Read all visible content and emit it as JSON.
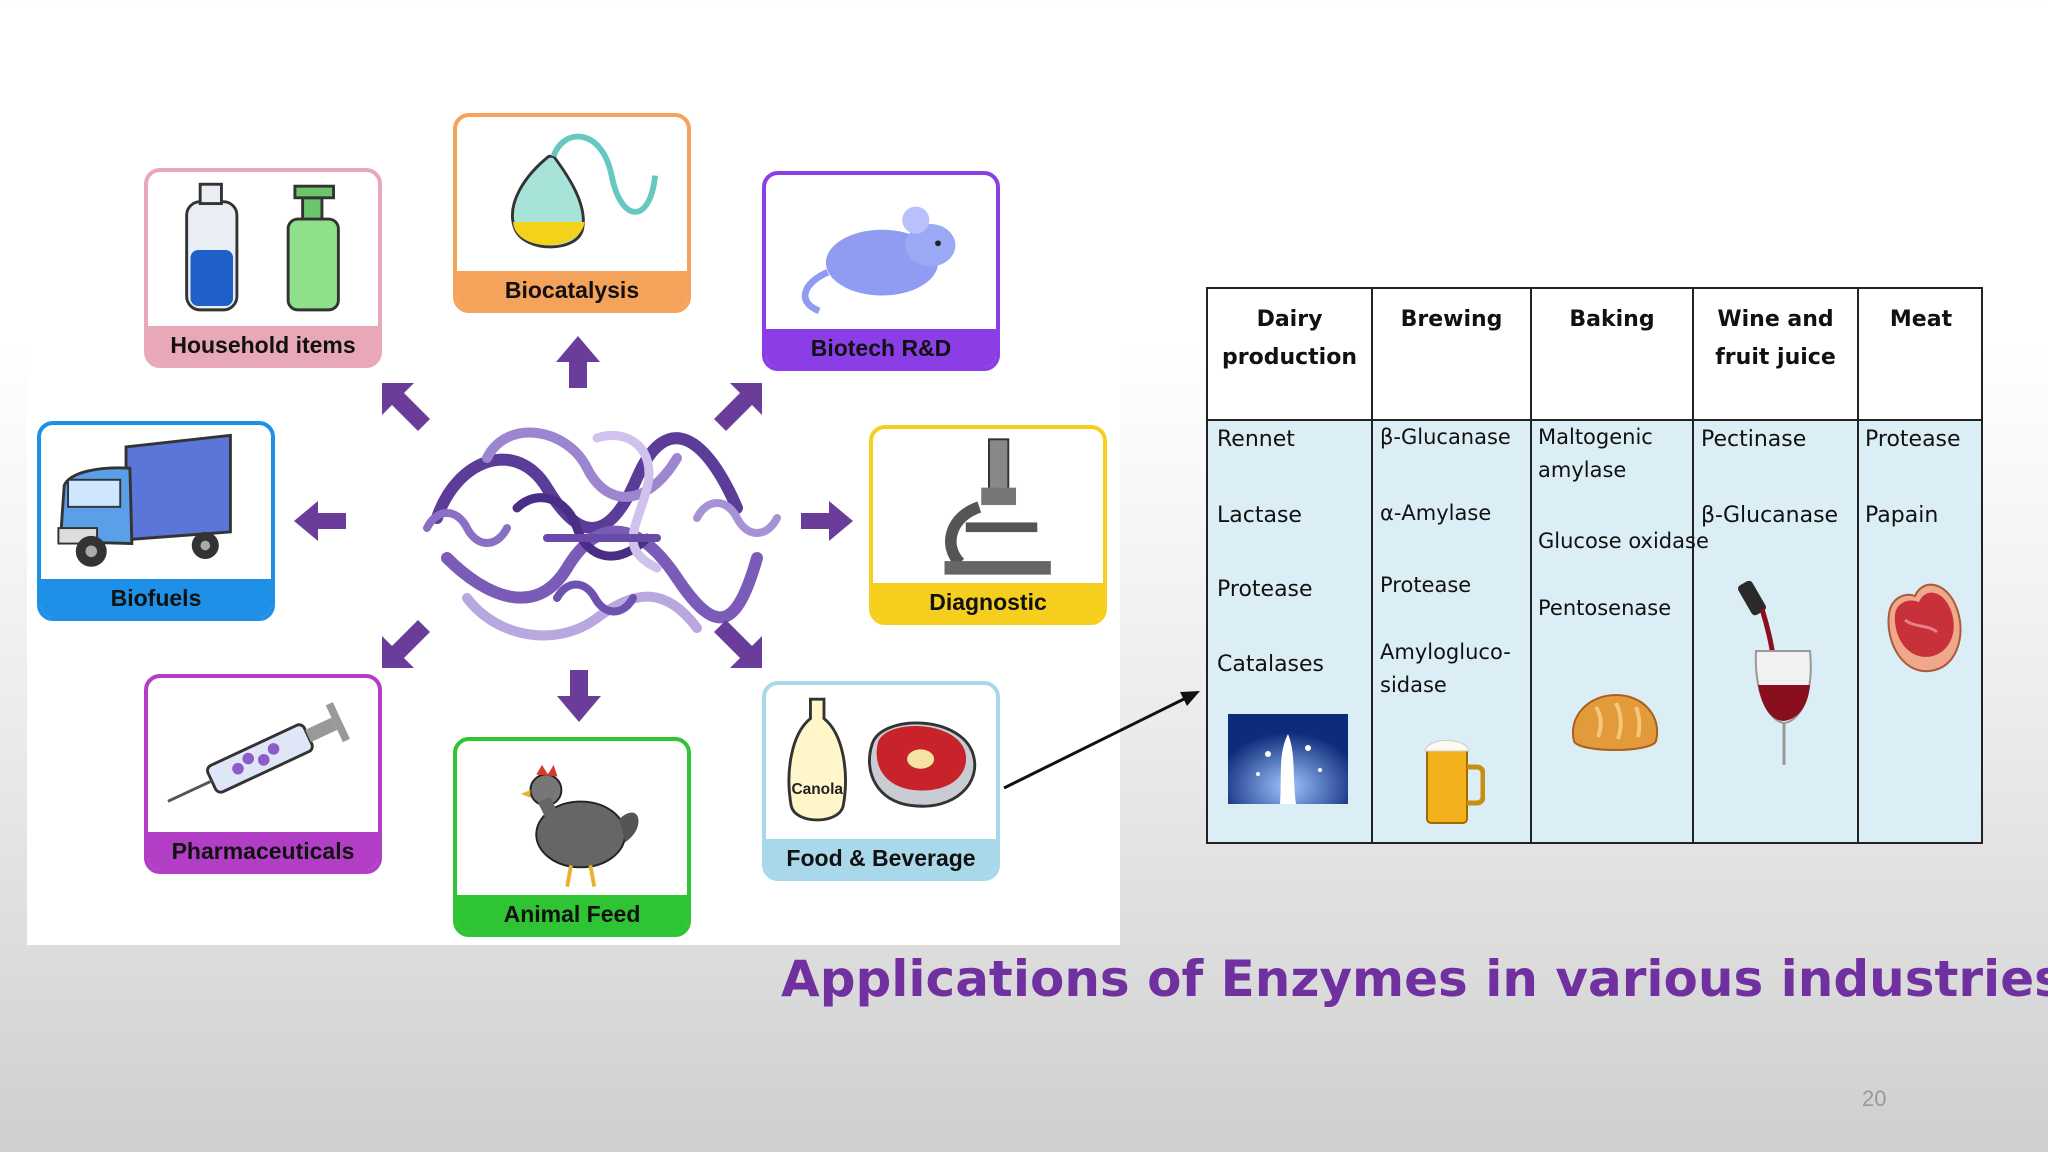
{
  "diagram": {
    "cards": {
      "household": {
        "label": "Household items",
        "color": "#e8a8b8"
      },
      "biocatalysis": {
        "label": "Biocatalysis",
        "color": "#f5a25a"
      },
      "biotech": {
        "label": "Biotech R&D",
        "color": "#8b3ee6"
      },
      "biofuels": {
        "label": "Biofuels",
        "color": "#1e90e8"
      },
      "diagnostic": {
        "label": "Diagnostic",
        "color": "#f6cf1e"
      },
      "pharmaceuticals": {
        "label": "Pharmaceuticals",
        "color": "#b23ec6"
      },
      "animal_feed": {
        "label": "Animal Feed",
        "color": "#2ec433"
      },
      "food_beverage": {
        "label": "Food & Beverage",
        "color": "#a8d8ea",
        "bottle_label": "Canola"
      }
    },
    "arrow_color": "#6a3d9a",
    "enzyme_color": "#7a5bb8"
  },
  "table": {
    "columns": [
      {
        "header": [
          "Dairy",
          "production"
        ],
        "items": [
          "Rennet",
          "Lactase",
          "Protease",
          "Catalases"
        ],
        "image_icon": "milk-splash-icon"
      },
      {
        "header": [
          "Brewing"
        ],
        "items": [
          "β-Glucanase",
          "α-Amylase",
          "Protease",
          "Amylogluco-",
          "sidase"
        ],
        "image_icon": "beer-mug-icon"
      },
      {
        "header": [
          "Baking"
        ],
        "items": [
          "Maltogenic",
          "amylase",
          "Glucose oxidase",
          "Pentosenase"
        ],
        "image_icon": "bread-icon"
      },
      {
        "header": [
          "Wine and",
          "fruit juice"
        ],
        "items": [
          "Pectinase",
          "β-Glucanase"
        ],
        "image_icon": "wine-glass-icon"
      },
      {
        "header": [
          "Meat"
        ],
        "items": [
          "Protease",
          "Papain"
        ],
        "image_icon": "steak-icon"
      }
    ],
    "body_color": "#dbeef5"
  },
  "title": "Applications of Enzymes in various industries",
  "page_number": "20"
}
